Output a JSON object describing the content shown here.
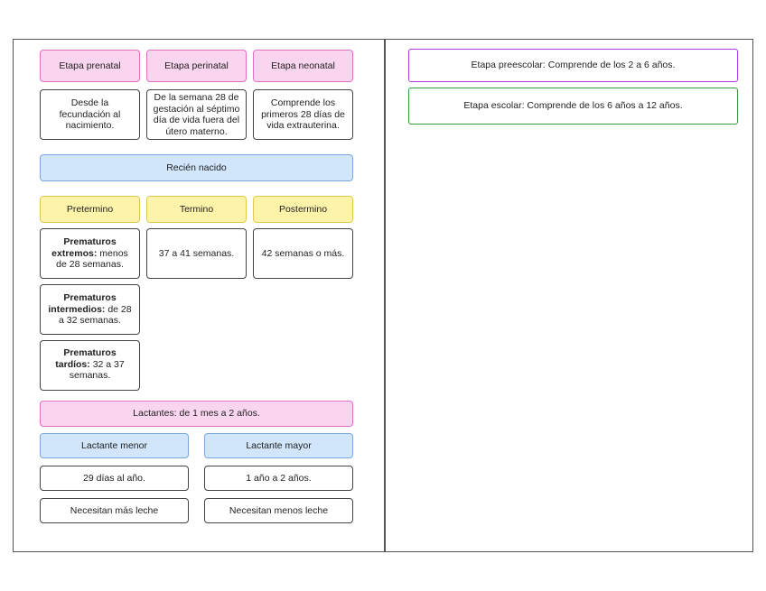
{
  "etapas": {
    "prenatal": {
      "label": "Etapa prenatal",
      "desc": "Desde la fecundación al nacimiento."
    },
    "perinatal": {
      "label": "Etapa perinatal",
      "desc": "De la semana 28 de gestación al séptimo día de vida fuera del útero materno."
    },
    "neonatal": {
      "label": "Etapa neonatal",
      "desc": "Comprende los primeros 28 días de vida extrauterina."
    }
  },
  "recien_nacido": "Recién nacido",
  "clasificacion": {
    "pretermino": "Pretermino",
    "termino": "Termino",
    "postermino": "Postermino",
    "termino_desc": "37 a 41 semanas.",
    "postermino_desc": "42 semanas o más.",
    "prematuros": {
      "extremos_bold": "Prematuros extremos:",
      "extremos_text": " menos de 28 semanas.",
      "intermedios_bold": "Prematuros intermedios:",
      "intermedios_text": " de 28 a 32 semanas.",
      "tardios_bold": "Prematuros tardíos:",
      "tardios_text": " 32 a 37 semanas."
    }
  },
  "lactantes": {
    "title": "Lactantes: de 1 mes a 2 años.",
    "menor": {
      "label": "Lactante menor",
      "range": "29 días al año.",
      "note": "Necesitan más leche"
    },
    "mayor": {
      "label": "Lactante mayor",
      "range": "1 año a 2 años.",
      "note": "Necesitan menos leche"
    }
  },
  "right": {
    "preescolar": "Etapa preescolar: Comprende de los 2 a 6 años.",
    "escolar": "Etapa escolar: Comprende de los 6 años a 12 años."
  },
  "colors": {
    "pink": "#fad5ef",
    "pink_border": "#e06fc6",
    "blue": "#d1e5fb",
    "blue_border": "#7aa7dd",
    "yellow": "#fdf3a9",
    "yellow_border": "#e2c94c",
    "purple_border": "#a93bea",
    "green_border": "#3a9a3a"
  }
}
